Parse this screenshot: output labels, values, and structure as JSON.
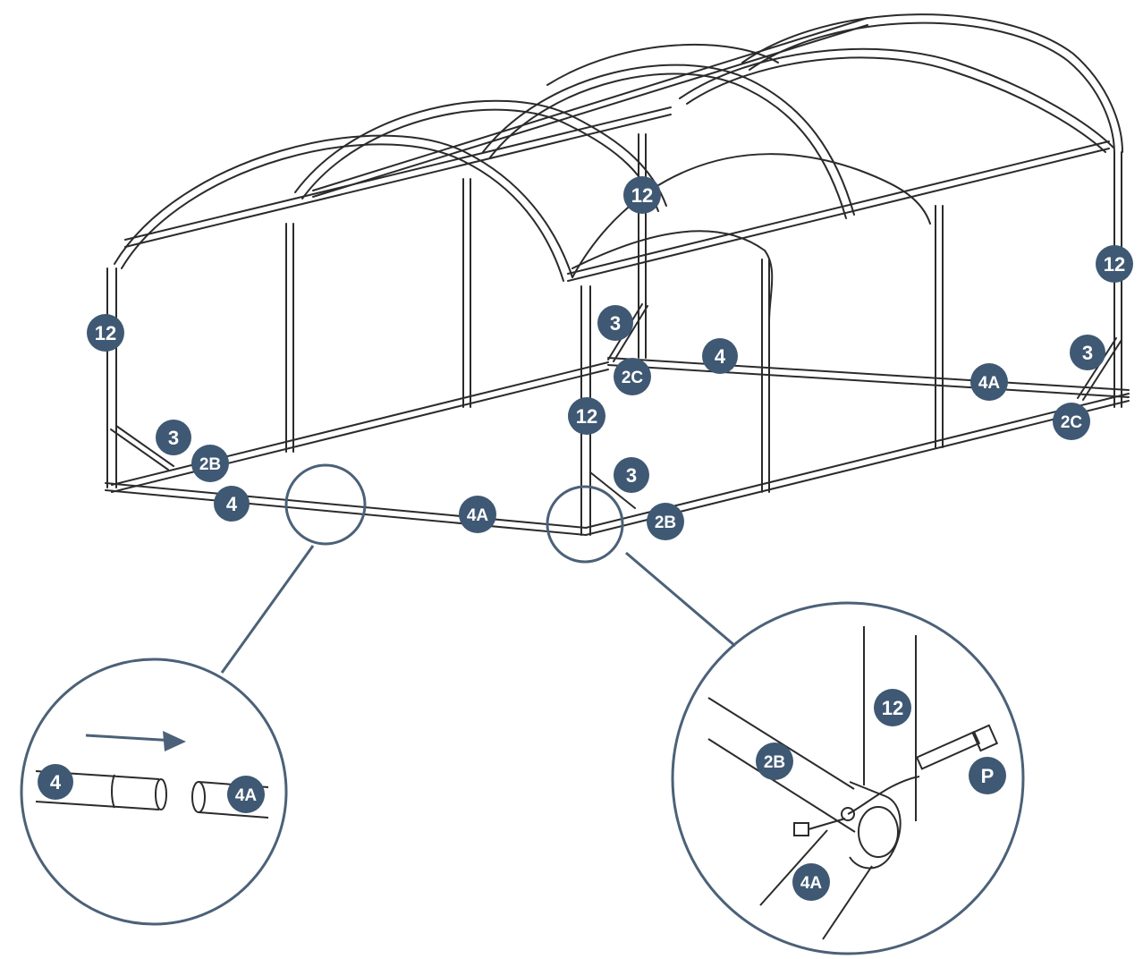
{
  "colors": {
    "line": "#2b2b2b",
    "badge": "#3f5873",
    "badge_text": "#ffffff",
    "callout": "#4b6178",
    "background": "#ffffff"
  },
  "labels": {
    "part_12": "12",
    "part_3": "3",
    "part_4": "4",
    "part_4a": "4A",
    "part_2b": "2B",
    "part_2c": "2C",
    "part_p": "P"
  },
  "detail_left": {
    "arrow_icon": "right-arrow-icon",
    "left_tube": "4",
    "right_tube": "4A"
  },
  "detail_right": {
    "upright": "12",
    "brace": "2B",
    "base_rail": "4A",
    "bolt": "P"
  }
}
